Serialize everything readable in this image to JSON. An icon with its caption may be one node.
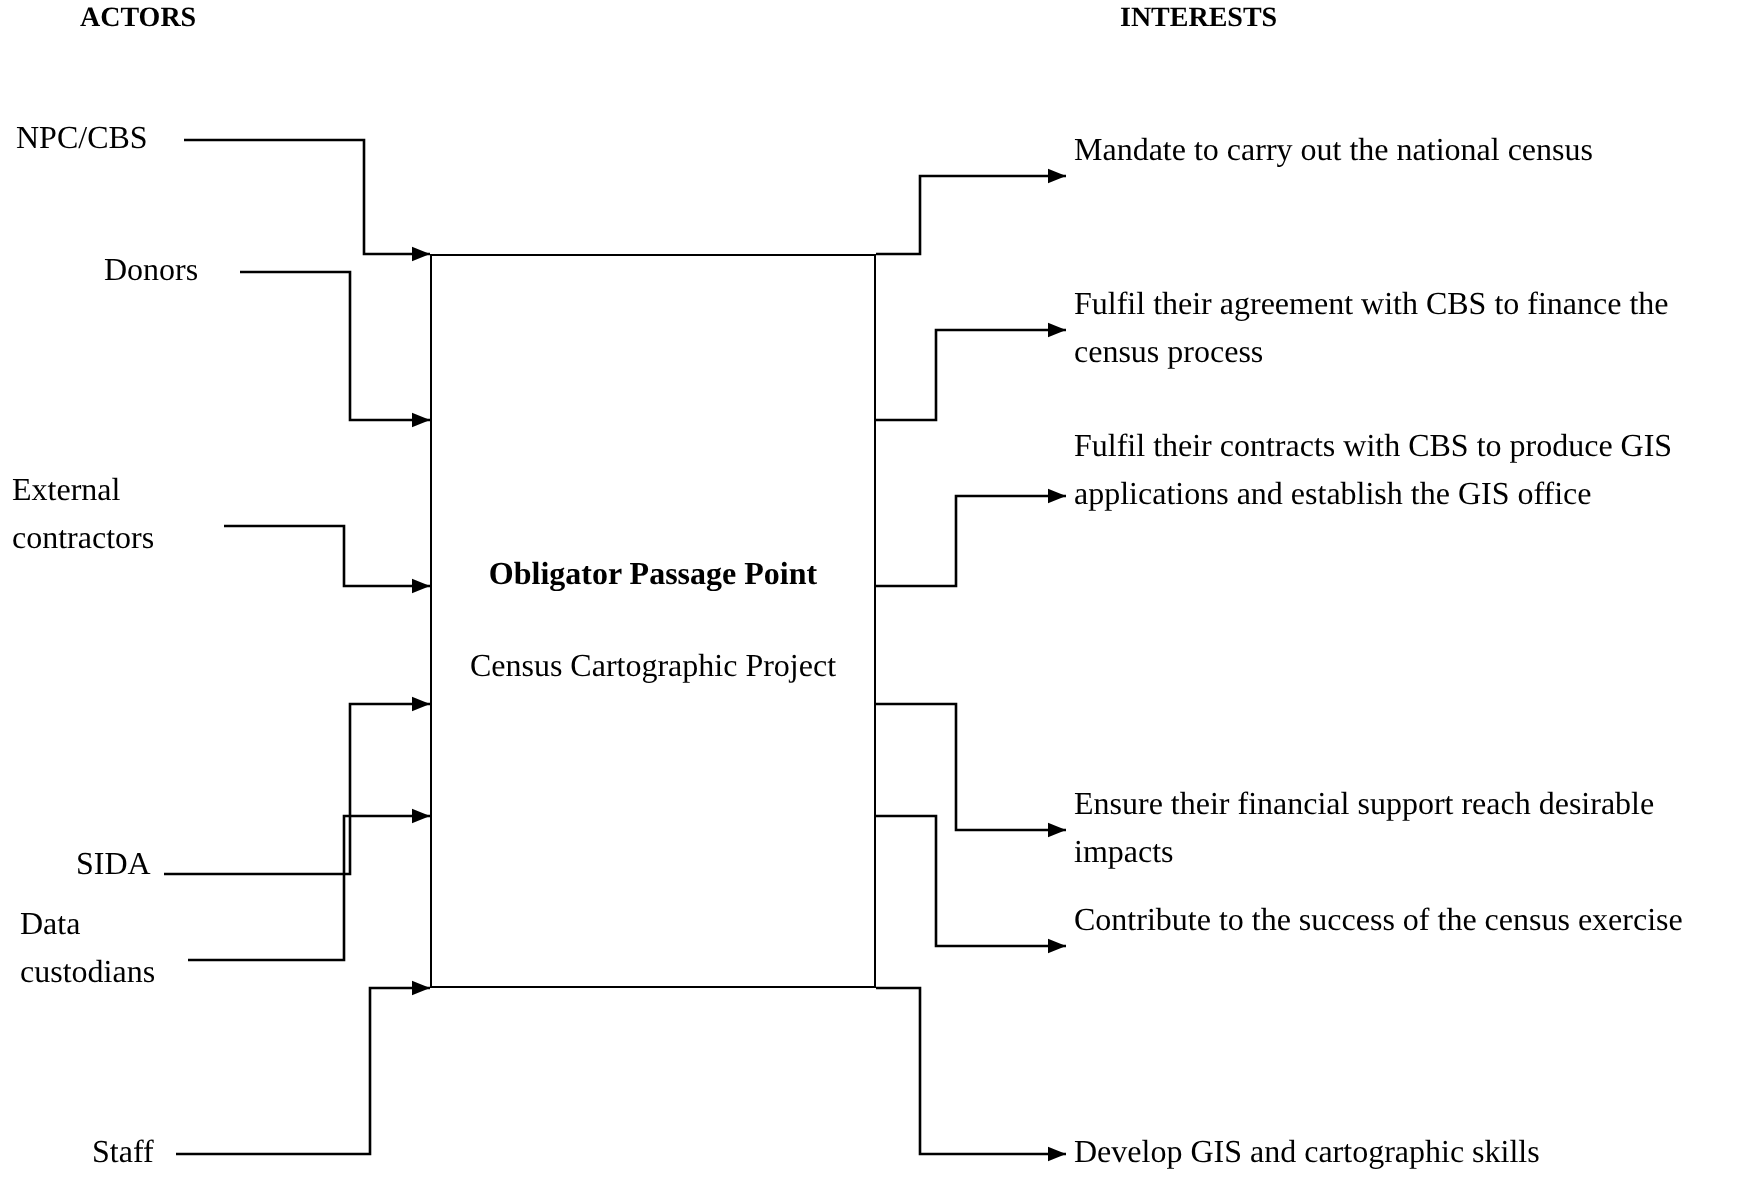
{
  "diagram": {
    "nodes": [
      {
        "text": [
          "Obligator Passage Point",
          "Census Cartographic Project"
        ]
      },
      {
        "text": [
          "NPC/CBS"
        ]
      },
      {
        "text": [
          "Donors"
        ]
      },
      {
        "text": [
          "External contractors"
        ]
      },
      {
        "text": [
          "SIDA"
        ]
      },
      {
        "text": [
          "Data custodians"
        ]
      },
      {
        "text": [
          "Staff"
        ]
      },
      {
        "text": [
          "Mandate to carry out the national census"
        ]
      },
      {
        "text": [
          "Fulfil their agreement with CBS to finance the census process"
        ]
      },
      {
        "text": [
          "Fulfil their contracts with CBS to produce GIS applications and establish the GIS office"
        ]
      },
      {
        "text": [
          "Ensure their financial support reach desirable impacts"
        ]
      },
      {
        "text": [
          "Contribute to the success of the census exercise"
        ]
      },
      {
        "text": [
          "Develop GIS and cartographic skills"
        ]
      }
    ],
    "edges": [
      {
        "from": 1,
        "to": 0,
        "arrow": "to"
      },
      {
        "from": 2,
        "to": 0,
        "arrow": "to"
      },
      {
        "from": 3,
        "to": 0,
        "arrow": "to"
      },
      {
        "from": 4,
        "to": 0,
        "arrow": "to"
      },
      {
        "from": 5,
        "to": 0,
        "arrow": "to"
      },
      {
        "from": 6,
        "to": 0,
        "arrow": "to"
      },
      {
        "from": 0,
        "to": 7,
        "arrow": "to"
      },
      {
        "from": 0,
        "to": 8,
        "arrow": "to"
      },
      {
        "from": 0,
        "to": 9,
        "arrow": "to"
      },
      {
        "from": 0,
        "to": 10,
        "arrow": "to"
      },
      {
        "from": 0,
        "to": 11,
        "arrow": "to"
      },
      {
        "from": 0,
        "to": 12,
        "arrow": "to"
      }
    ],
    "labels": [
      "ACTORS",
      "INTERESTS"
    ]
  }
}
